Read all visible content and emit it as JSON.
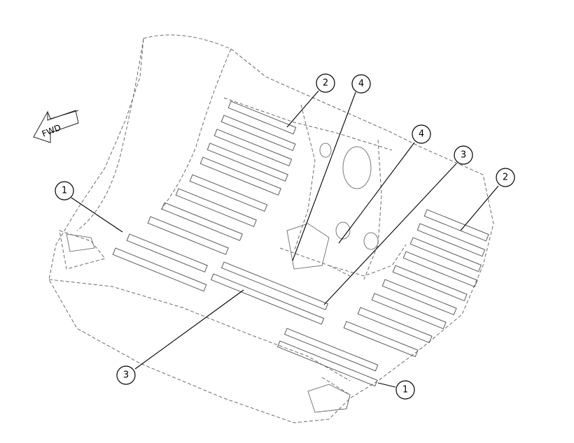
{
  "fwd_label": "FWD",
  "callouts": [
    {
      "id": "c1a",
      "label": "1"
    },
    {
      "id": "c1b",
      "label": "1"
    },
    {
      "id": "c2a",
      "label": "2"
    },
    {
      "id": "c2b",
      "label": "2"
    },
    {
      "id": "c3a",
      "label": "3"
    },
    {
      "id": "c3b",
      "label": "3"
    },
    {
      "id": "c4a",
      "label": "4"
    },
    {
      "id": "c4b",
      "label": "4"
    }
  ]
}
